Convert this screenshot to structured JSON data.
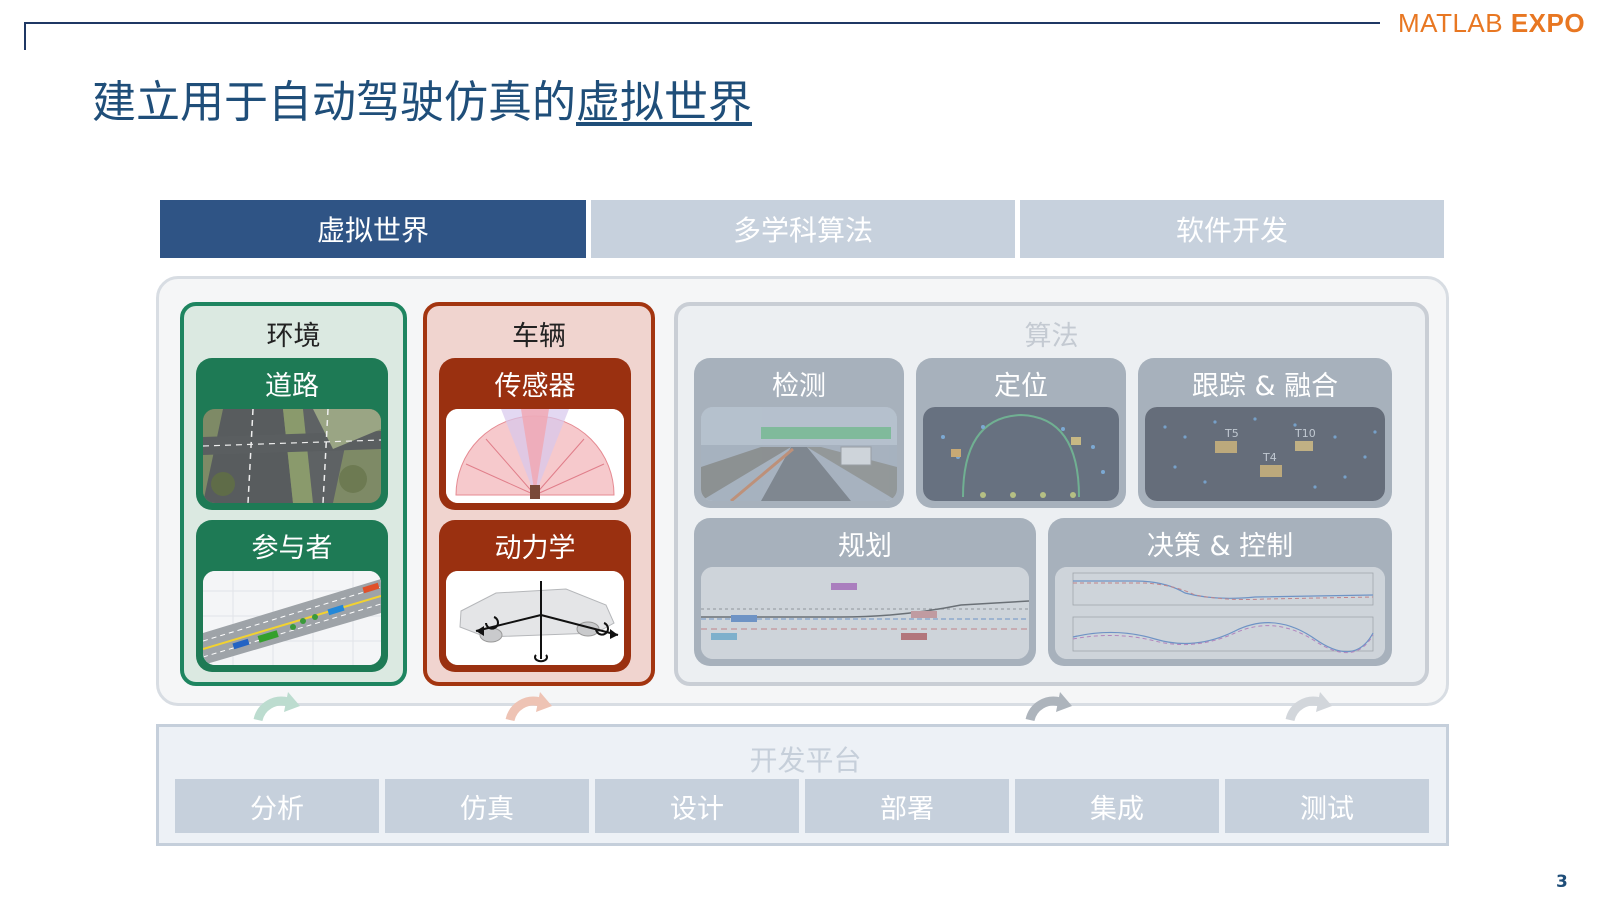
{
  "header": {
    "logo_text": "MATLAB",
    "logo_bold": "EXPO",
    "title_main": "建立用于自动驾驶仿真的",
    "title_underlined": "虚拟世界",
    "page_number": "3"
  },
  "tabs": [
    {
      "label": "虚拟世界",
      "active": true
    },
    {
      "label": "多学科算法",
      "active": false
    },
    {
      "label": "软件开发",
      "active": false
    }
  ],
  "environment": {
    "title": "环境",
    "cards": [
      {
        "label": "道路"
      },
      {
        "label": "参与者"
      }
    ]
  },
  "vehicle": {
    "title": "车辆",
    "cards": [
      {
        "label": "传感器"
      },
      {
        "label": "动力学"
      }
    ]
  },
  "algorithms": {
    "title": "算法",
    "cards": [
      {
        "label": "检测"
      },
      {
        "label": "定位"
      },
      {
        "label": "跟踪 & 融合"
      },
      {
        "label": "规划"
      },
      {
        "label": "决策 & 控制"
      }
    ],
    "track_labels": [
      "T5",
      "T10",
      "T4"
    ]
  },
  "platform": {
    "title": "开发平台",
    "items": [
      "分析",
      "仿真",
      "设计",
      "部署",
      "集成",
      "测试"
    ]
  },
  "colors": {
    "dark_blue": "#2f5485",
    "green": "#1e7a55",
    "red": "#9a3010",
    "gray": "#a7b1bc",
    "logo_orange": "#e87722"
  }
}
